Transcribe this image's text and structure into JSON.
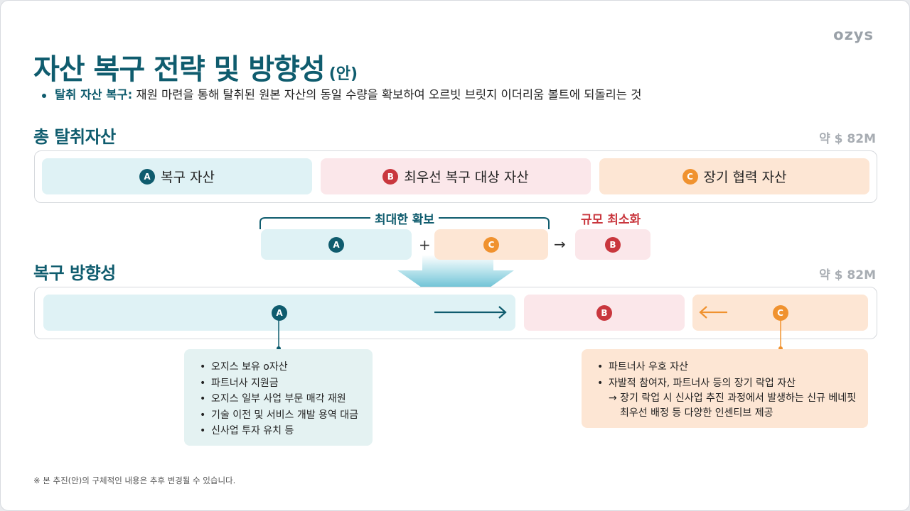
{
  "logo": "ozys",
  "title": {
    "main": "자산 복구 전략 및 방향성",
    "suffix": "(안)"
  },
  "bullet": {
    "keyword": "탈취 자산 복구:",
    "text": " 재원 마련을 통해 탈취된 원본 자산의 동일 수량을 확보하여 오르빗 브릿지 이더리움 볼트에 되돌리는 것"
  },
  "total_section": {
    "title": "총 탈취자산",
    "amount": "약 $ 82M",
    "segments": [
      {
        "badge": "A",
        "label": "복구 자산"
      },
      {
        "badge": "B",
        "label": "최우선 복구 대상 자산"
      },
      {
        "badge": "C",
        "label": "장기 협력 자산"
      }
    ]
  },
  "equation": {
    "maximize_label": "최대한 확보",
    "minimize_label": "규모 최소화",
    "badge_a": "A",
    "badge_c": "C",
    "badge_b": "B",
    "plus": "+",
    "arrow": "→"
  },
  "direction_section": {
    "title": "복구 방향성",
    "amount": "약 $ 82M",
    "badge_a": "A",
    "badge_b": "B",
    "badge_c": "C"
  },
  "card_a": {
    "items": [
      "오지스 보유 o자산",
      "파트너사 지원금",
      "오지스 일부 사업 부문 매각 재원",
      "기술 이전 및 서비스 개발 용역 대금",
      "신사업 투자 유치 등"
    ]
  },
  "card_c": {
    "items": [
      "파트너사 우호 자산",
      "자발적 참여자, 파트너사 등의 장기 락업 자산"
    ],
    "sub_lines": [
      "→ 장기 락업 시 신사업 추진 과정에서 발생하는 신규 베네핏",
      "최우선 배정 등 다양한 인센티브 제공"
    ]
  },
  "footnote": "※ 본 추진(안)의 구체적인 내용은 추후 변경될 수 있습니다.",
  "colors": {
    "teal": "#0f5c6e",
    "red": "#c9373e",
    "orange": "#f0922f"
  }
}
